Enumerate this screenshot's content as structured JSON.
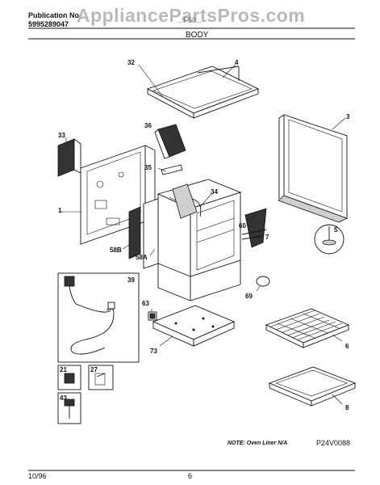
{
  "header": {
    "publication_label": "Publication No.",
    "publication_number": "5995289047",
    "watermark": "AppliancePartsPros.com",
    "model_fragment": "...F50...",
    "section_title": "BODY"
  },
  "callouts": {
    "c32": "32",
    "c4": "4",
    "c3": "3",
    "c33": "33",
    "c36": "36",
    "c35": "35",
    "c34": "34",
    "c1": "1",
    "c60": "60",
    "c7": "7",
    "c5": "5",
    "c58b": "58B",
    "c58a": "58A",
    "c39": "39",
    "c69": "69",
    "c63": "63",
    "c73": "73",
    "c6": "6",
    "c21": "21",
    "c27": "27",
    "c43": "43",
    "c8": "8"
  },
  "footer": {
    "note": "NOTE: Oven Liner N/A",
    "diagram_code": "P24V0088",
    "date": "10/96",
    "page": "6"
  }
}
